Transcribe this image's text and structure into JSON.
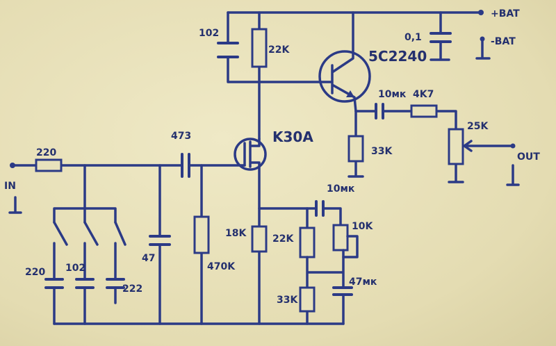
{
  "title": "Hand-drawn preamplifier schematic",
  "ink_color": "#2b3a86",
  "paper_color": "#e6dfb8",
  "labels": {
    "c_top": "102",
    "r_top": "22K",
    "transistor": "5C2240",
    "c_supply": "0,1",
    "bat_plus": "+BAT",
    "bat_minus": "-BAT",
    "c_out": "10мк",
    "r_out": "4K7",
    "pot": "25K",
    "out": "OUT",
    "r_emitter": "33K",
    "fet": "K30A",
    "c_couple": "473",
    "r_in": "220",
    "in": "IN",
    "c_sw1": "220",
    "c_sw2": "102",
    "c_sw3": "222",
    "c_shunt": "47",
    "r_gate": "470K",
    "r_source": "18K",
    "c_source": "10мк",
    "r_fb1": "22K",
    "r_fb_trim": "10K",
    "r_fb2": "33K",
    "c_fb": "47мк"
  }
}
